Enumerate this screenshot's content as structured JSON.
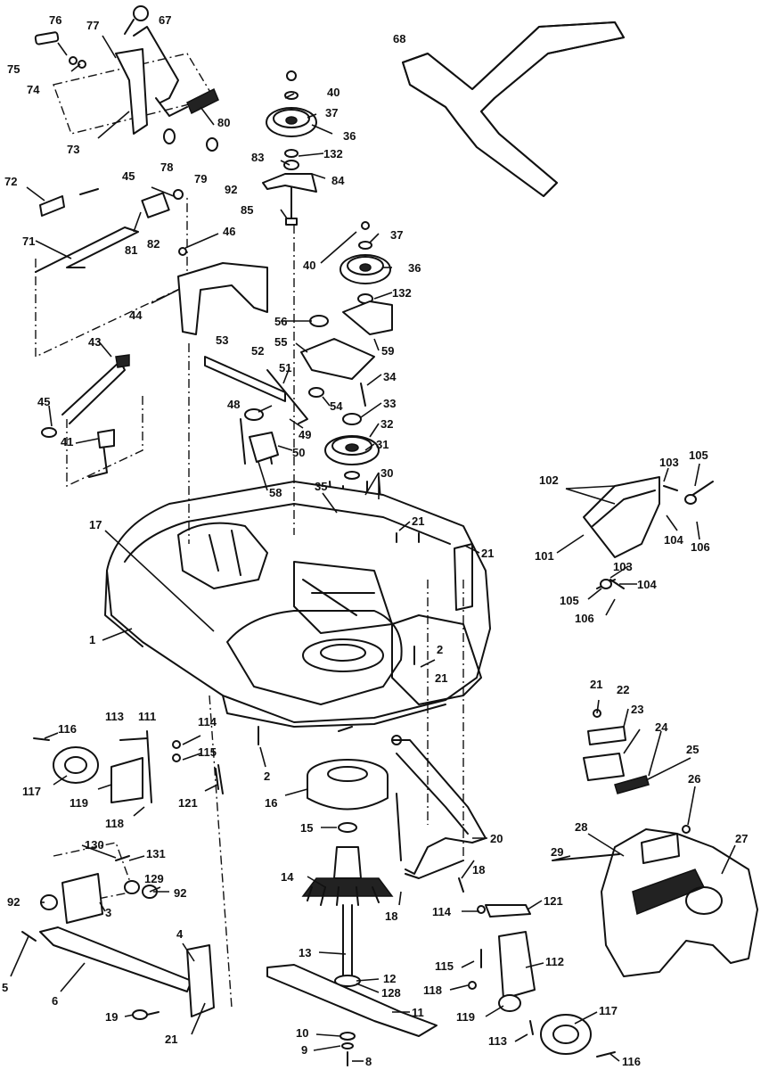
{
  "callouts": [
    {
      "id": "c67",
      "text": "67"
    },
    {
      "id": "c76",
      "text": "76"
    },
    {
      "id": "c77",
      "text": "77"
    },
    {
      "id": "c75",
      "text": "75"
    },
    {
      "id": "c74",
      "text": "74"
    },
    {
      "id": "c73",
      "text": "73"
    },
    {
      "id": "c78",
      "text": "78"
    },
    {
      "id": "c79",
      "text": "79"
    },
    {
      "id": "c92a",
      "text": "92"
    },
    {
      "id": "c80",
      "text": "80"
    },
    {
      "id": "c72",
      "text": "72"
    },
    {
      "id": "c45a",
      "text": "45"
    },
    {
      "id": "c81",
      "text": "81"
    },
    {
      "id": "c82",
      "text": "82"
    },
    {
      "id": "c71",
      "text": "71"
    },
    {
      "id": "c46",
      "text": "46"
    },
    {
      "id": "c44",
      "text": "44"
    },
    {
      "id": "c68",
      "text": "68"
    },
    {
      "id": "c40a",
      "text": "40"
    },
    {
      "id": "c37a",
      "text": "37"
    },
    {
      "id": "c36a",
      "text": "36"
    },
    {
      "id": "c83",
      "text": "83"
    },
    {
      "id": "c132a",
      "text": "132"
    },
    {
      "id": "c84",
      "text": "84"
    },
    {
      "id": "c85",
      "text": "85"
    },
    {
      "id": "c37b",
      "text": "37"
    },
    {
      "id": "c40b",
      "text": "40"
    },
    {
      "id": "c36b",
      "text": "36"
    },
    {
      "id": "c132b",
      "text": "132"
    },
    {
      "id": "c56",
      "text": "56"
    },
    {
      "id": "c55",
      "text": "55"
    },
    {
      "id": "c59",
      "text": "59"
    },
    {
      "id": "c53",
      "text": "53"
    },
    {
      "id": "c52",
      "text": "52"
    },
    {
      "id": "c51",
      "text": "51"
    },
    {
      "id": "c34",
      "text": "34"
    },
    {
      "id": "c54",
      "text": "54"
    },
    {
      "id": "c33",
      "text": "33"
    },
    {
      "id": "c48",
      "text": "48"
    },
    {
      "id": "c49",
      "text": "49"
    },
    {
      "id": "c32",
      "text": "32"
    },
    {
      "id": "c50",
      "text": "50"
    },
    {
      "id": "c31",
      "text": "31"
    },
    {
      "id": "c43",
      "text": "43"
    },
    {
      "id": "c45b",
      "text": "45"
    },
    {
      "id": "c41",
      "text": "41"
    },
    {
      "id": "c58",
      "text": "58"
    },
    {
      "id": "c35",
      "text": "35"
    },
    {
      "id": "c30",
      "text": "30"
    },
    {
      "id": "c17",
      "text": "17"
    },
    {
      "id": "c21a",
      "text": "21"
    },
    {
      "id": "c21b",
      "text": "21"
    },
    {
      "id": "c1",
      "text": "1"
    },
    {
      "id": "c2a",
      "text": "2"
    },
    {
      "id": "c21c",
      "text": "21"
    },
    {
      "id": "c102",
      "text": "102"
    },
    {
      "id": "c103a",
      "text": "103"
    },
    {
      "id": "c105a",
      "text": "105"
    },
    {
      "id": "c101",
      "text": "101"
    },
    {
      "id": "c104a",
      "text": "104"
    },
    {
      "id": "c106a",
      "text": "106"
    },
    {
      "id": "c103b",
      "text": "103"
    },
    {
      "id": "c104b",
      "text": "104"
    },
    {
      "id": "c105b",
      "text": "105"
    },
    {
      "id": "c106b",
      "text": "106"
    },
    {
      "id": "c116a",
      "text": "116"
    },
    {
      "id": "c113a",
      "text": "113"
    },
    {
      "id": "c111",
      "text": "111"
    },
    {
      "id": "c114a",
      "text": "114"
    },
    {
      "id": "c115a",
      "text": "115"
    },
    {
      "id": "c117a",
      "text": "117"
    },
    {
      "id": "c119a",
      "text": "119"
    },
    {
      "id": "c118a",
      "text": "118"
    },
    {
      "id": "c121a",
      "text": "121"
    },
    {
      "id": "c2b",
      "text": "2"
    },
    {
      "id": "c16",
      "text": "16"
    },
    {
      "id": "c15",
      "text": "15"
    },
    {
      "id": "c20",
      "text": "20"
    },
    {
      "id": "c18a",
      "text": "18"
    },
    {
      "id": "c18b",
      "text": "18"
    },
    {
      "id": "c21d",
      "text": "21"
    },
    {
      "id": "c22",
      "text": "22"
    },
    {
      "id": "c23",
      "text": "23"
    },
    {
      "id": "c24",
      "text": "24"
    },
    {
      "id": "c25",
      "text": "25"
    },
    {
      "id": "c26",
      "text": "26"
    },
    {
      "id": "c28",
      "text": "28"
    },
    {
      "id": "c29",
      "text": "29"
    },
    {
      "id": "c27",
      "text": "27"
    },
    {
      "id": "c130",
      "text": "130"
    },
    {
      "id": "c131",
      "text": "131"
    },
    {
      "id": "c129",
      "text": "129"
    },
    {
      "id": "c92b",
      "text": "92"
    },
    {
      "id": "c92c",
      "text": "92"
    },
    {
      "id": "c3",
      "text": "3"
    },
    {
      "id": "c14",
      "text": "14"
    },
    {
      "id": "c114b",
      "text": "114"
    },
    {
      "id": "c121b",
      "text": "121"
    },
    {
      "id": "c5",
      "text": "5"
    },
    {
      "id": "c6",
      "text": "6"
    },
    {
      "id": "c4",
      "text": "4"
    },
    {
      "id": "c13",
      "text": "13"
    },
    {
      "id": "c12",
      "text": "12"
    },
    {
      "id": "c128",
      "text": "128"
    },
    {
      "id": "c115b",
      "text": "115"
    },
    {
      "id": "c112",
      "text": "112"
    },
    {
      "id": "c118b",
      "text": "118"
    },
    {
      "id": "c19",
      "text": "19"
    },
    {
      "id": "c11",
      "text": "11"
    },
    {
      "id": "c119b",
      "text": "119"
    },
    {
      "id": "c117b",
      "text": "117"
    },
    {
      "id": "c21e",
      "text": "21"
    },
    {
      "id": "c10",
      "text": "10"
    },
    {
      "id": "c9",
      "text": "9"
    },
    {
      "id": "c8",
      "text": "8"
    },
    {
      "id": "c113b",
      "text": "113"
    },
    {
      "id": "c116b",
      "text": "116"
    }
  ]
}
